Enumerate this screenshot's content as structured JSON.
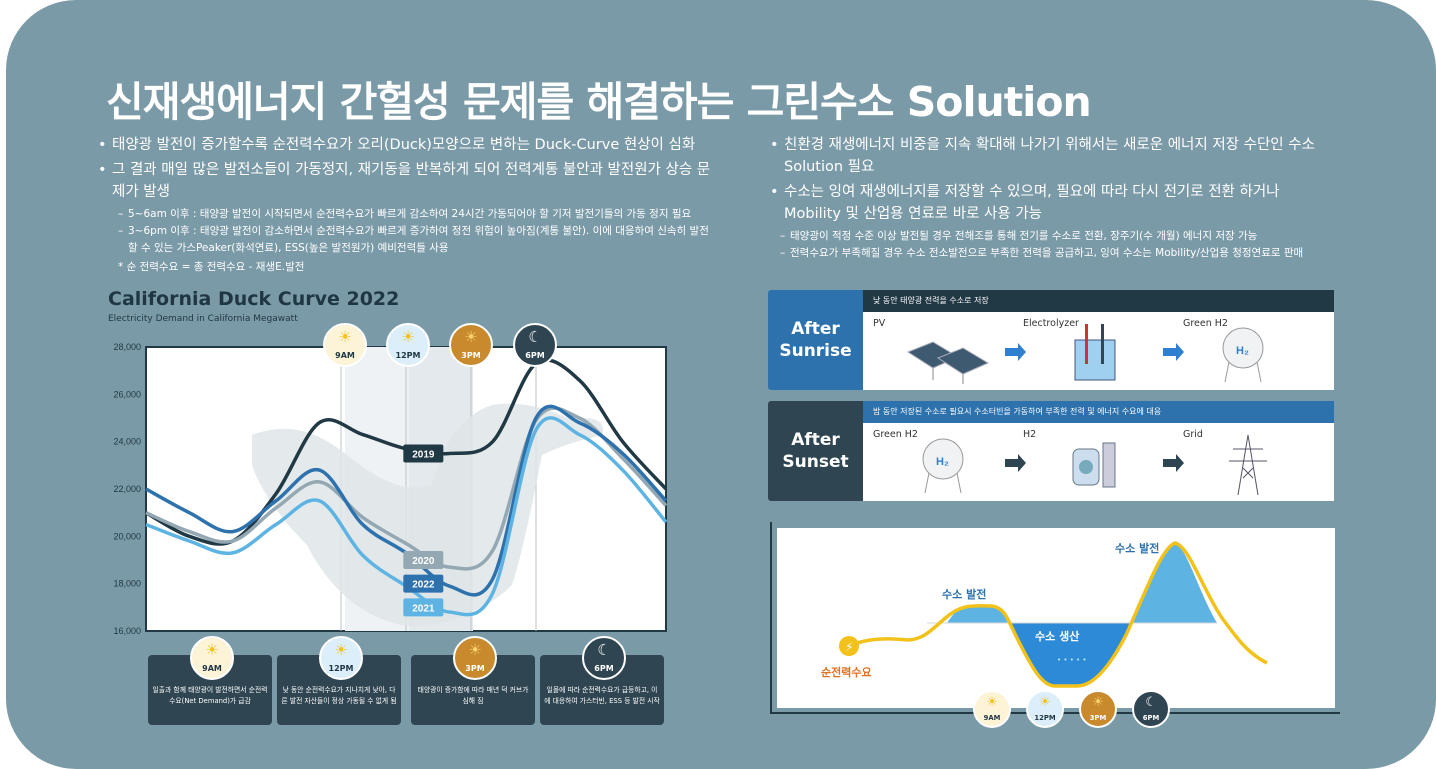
{
  "title": "신재생에너지 간헐성 문제를 해결하는 그린수소 Solution",
  "left": {
    "bullets": [
      "태양광 발전이 증가할수록 순전력수요가 오리(Duck)모양으로 변하는 Duck-Curve 현상이 심화",
      "그 결과 매일 많은 발전소들이 가동정지, 재기동을 반복하게 되어 전력계통 불안과 발전원가 상승 문제가 발생"
    ],
    "details": [
      "5~6am 이후 : 태양광 발전이 시작되면서 순전력수요가 빠르게 감소하여 24시간 가동되어야 할 기저 발전기들의 가동 정지 필요",
      "3~6pm 이후 : 태양광 발전이 감소하면서 순전력수요가 빠르게 증가하여 정전 위험이 높아짐(계통 불안). 이에 대응하여 신속히 발전할 수 있는 가스Peaker(화석연료), ESS(높은 발전원가) 예비전력들 사용"
    ],
    "note": "* 순 전력수요 = 총 전력수요 - 재생E.발전"
  },
  "right": {
    "bullets": [
      "친환경 재생에너지 비중을 지속 확대해 나가기 위해서는 새로운 에너지 저장 수단인 수소 Solution 필요",
      "수소는 잉여 재생에너지를 저장할 수 있으며, 필요에 따라 다시 전기로 전환 하거나 Mobility 및 산업용 연료로 바로 사용 가능"
    ],
    "details": [
      "태양광이 적정 수준 이상 발전될 경우 전해조를 통해 전기를 수소로 전환, 장주기(수 개월) 에너지 저장 가능",
      "전력수요가 부족해질 경우 수소 전소발전으로 부족한 전력을 공급하고, 잉여 수소는 Mobility/산업용 청정연료로 판매"
    ]
  },
  "chart_data": {
    "type": "line",
    "title": "California Duck Curve 2022",
    "subtitle": "Electricity Demand in California Megawatt",
    "ylim": [
      16000,
      28000
    ],
    "yticks": [
      "28,000",
      "26,000",
      "24,000",
      "22,000",
      "20,000",
      "18,000",
      "16,000"
    ],
    "x": [
      0,
      2,
      4,
      6,
      8,
      10,
      12,
      14,
      16,
      18,
      20,
      22,
      24
    ],
    "series": [
      {
        "name": "2019",
        "color": "#213845",
        "values": [
          21000,
          20000,
          19800,
          21800,
          24800,
          24300,
          23700,
          23500,
          24000,
          27300,
          26600,
          24000,
          22000
        ]
      },
      {
        "name": "2020",
        "color": "#93a8b2",
        "values": [
          21000,
          20200,
          19800,
          21200,
          22300,
          20800,
          19700,
          18700,
          19400,
          24900,
          25000,
          23300,
          21300
        ]
      },
      {
        "name": "2022",
        "color": "#2d71ad",
        "values": [
          22000,
          21000,
          20200,
          21500,
          22800,
          20500,
          19300,
          17900,
          18200,
          25000,
          24800,
          23500,
          21500
        ]
      },
      {
        "name": "2021",
        "color": "#5db4e3",
        "values": [
          20500,
          19800,
          19300,
          20500,
          21500,
          19200,
          17900,
          16800,
          17600,
          24500,
          24300,
          22800,
          20600
        ]
      }
    ],
    "time_markers": [
      "9AM",
      "12PM",
      "3PM",
      "6PM"
    ]
  },
  "notes": [
    {
      "time": "9AM",
      "text": "일출과 함께 태양광이 발전하면서 순전력수요(Net Demand)가 급감"
    },
    {
      "time": "12PM",
      "text": "낮 동안 순전력수요가 지나치게 낮아, 다른 발전 자산들이 정상 가동될 수 없게 됨"
    },
    {
      "time": "3PM",
      "text": "태양광이 증가함에 따라 매년 덕 커브가 심해 짐"
    },
    {
      "time": "6PM",
      "text": "일몰에 따라 순전력수요가 급등하고, 이에 대응하여 가스터빈, ESS 등 발전 시작"
    }
  ],
  "sunrise": {
    "head": "After Sunrise",
    "bar": "낮 동안 태양광 전력을 수소로 저장",
    "labels": [
      "PV",
      "Electrolyzer",
      "Green H2"
    ]
  },
  "sunset": {
    "head": "After Sunset",
    "bar": "밤 동안 저장된 수소로 필요시 수소터빈을 가동하여 부족한 전력 및 에너지 수요에 대응",
    "labels": [
      "Green H2",
      "H2",
      "Grid"
    ]
  },
  "hydrogen_chart": {
    "gen1": "수소 발전",
    "gen2": "수소 발전",
    "prod": "수소 생산",
    "net": "순전력수요",
    "times": [
      "9AM",
      "12PM",
      "3PM",
      "6PM"
    ]
  },
  "colors": {
    "navy": "#213845",
    "blue": "#2d71ad",
    "light": "#5db4e3",
    "gray": "#93a8b2",
    "accent": "#2f80d0"
  }
}
